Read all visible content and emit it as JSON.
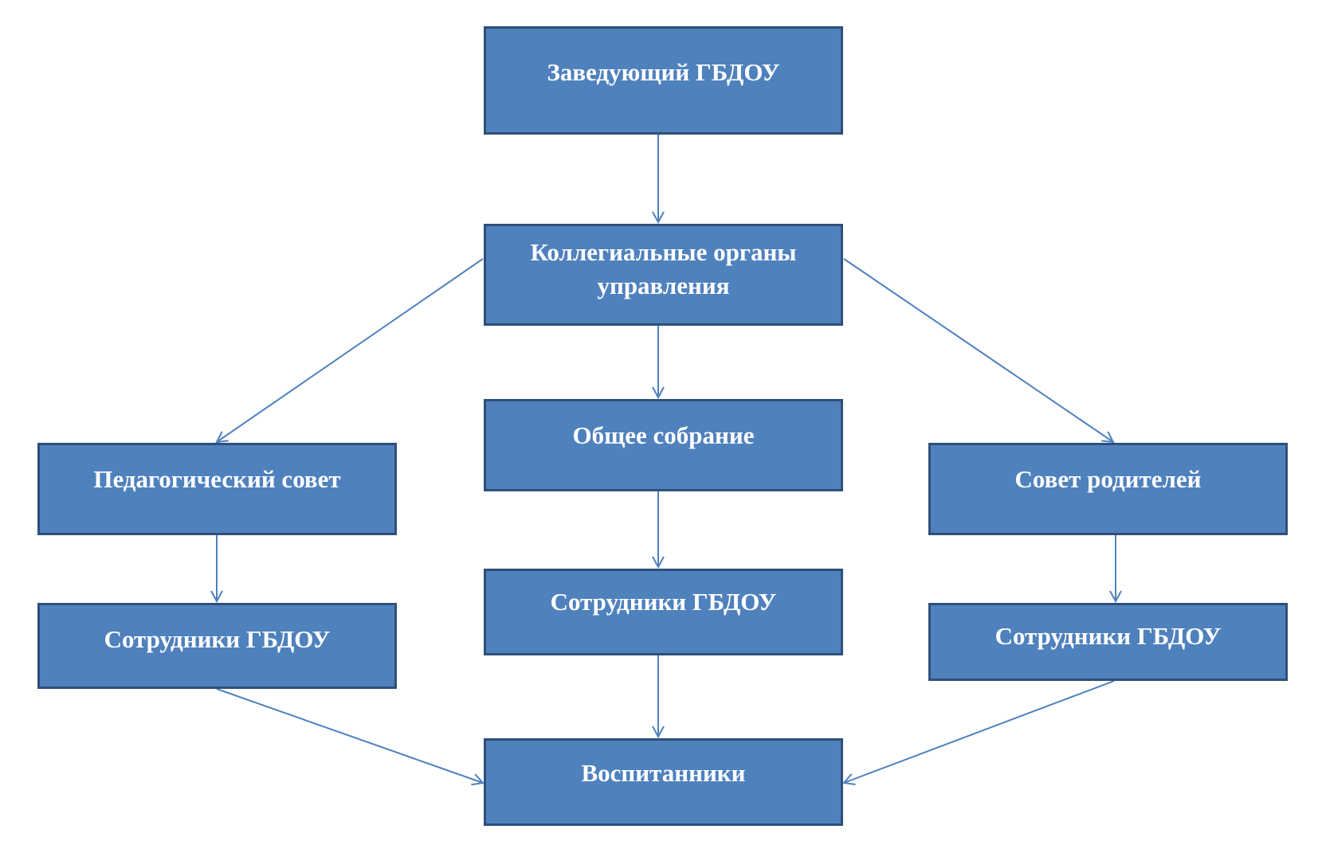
{
  "nodes": {
    "head": "Заведующий ГБДОУ",
    "collegial": "Коллегиальные органы управления",
    "general_meeting": "Общее собрание",
    "pedagogical_council": "Педагогический совет",
    "parents_council": "Совет родителей",
    "staff_left": "Сотрудники ГБДОУ",
    "staff_middle": "Сотрудники ГБДОУ",
    "staff_right": "Сотрудники ГБДОУ",
    "pupils": "Воспитанники"
  },
  "edges": [
    {
      "from": "head",
      "to": "collegial"
    },
    {
      "from": "collegial",
      "to": "pedagogical_council"
    },
    {
      "from": "collegial",
      "to": "general_meeting"
    },
    {
      "from": "collegial",
      "to": "parents_council"
    },
    {
      "from": "pedagogical_council",
      "to": "staff_left"
    },
    {
      "from": "general_meeting",
      "to": "staff_middle"
    },
    {
      "from": "parents_council",
      "to": "staff_right"
    },
    {
      "from": "staff_left",
      "to": "pupils"
    },
    {
      "from": "staff_middle",
      "to": "pupils"
    },
    {
      "from": "staff_right",
      "to": "pupils"
    }
  ],
  "colors": {
    "box_fill": "#4f81bd",
    "box_border": "#2f4f7a",
    "text": "#ffffff",
    "connector": "#4f81bd"
  }
}
